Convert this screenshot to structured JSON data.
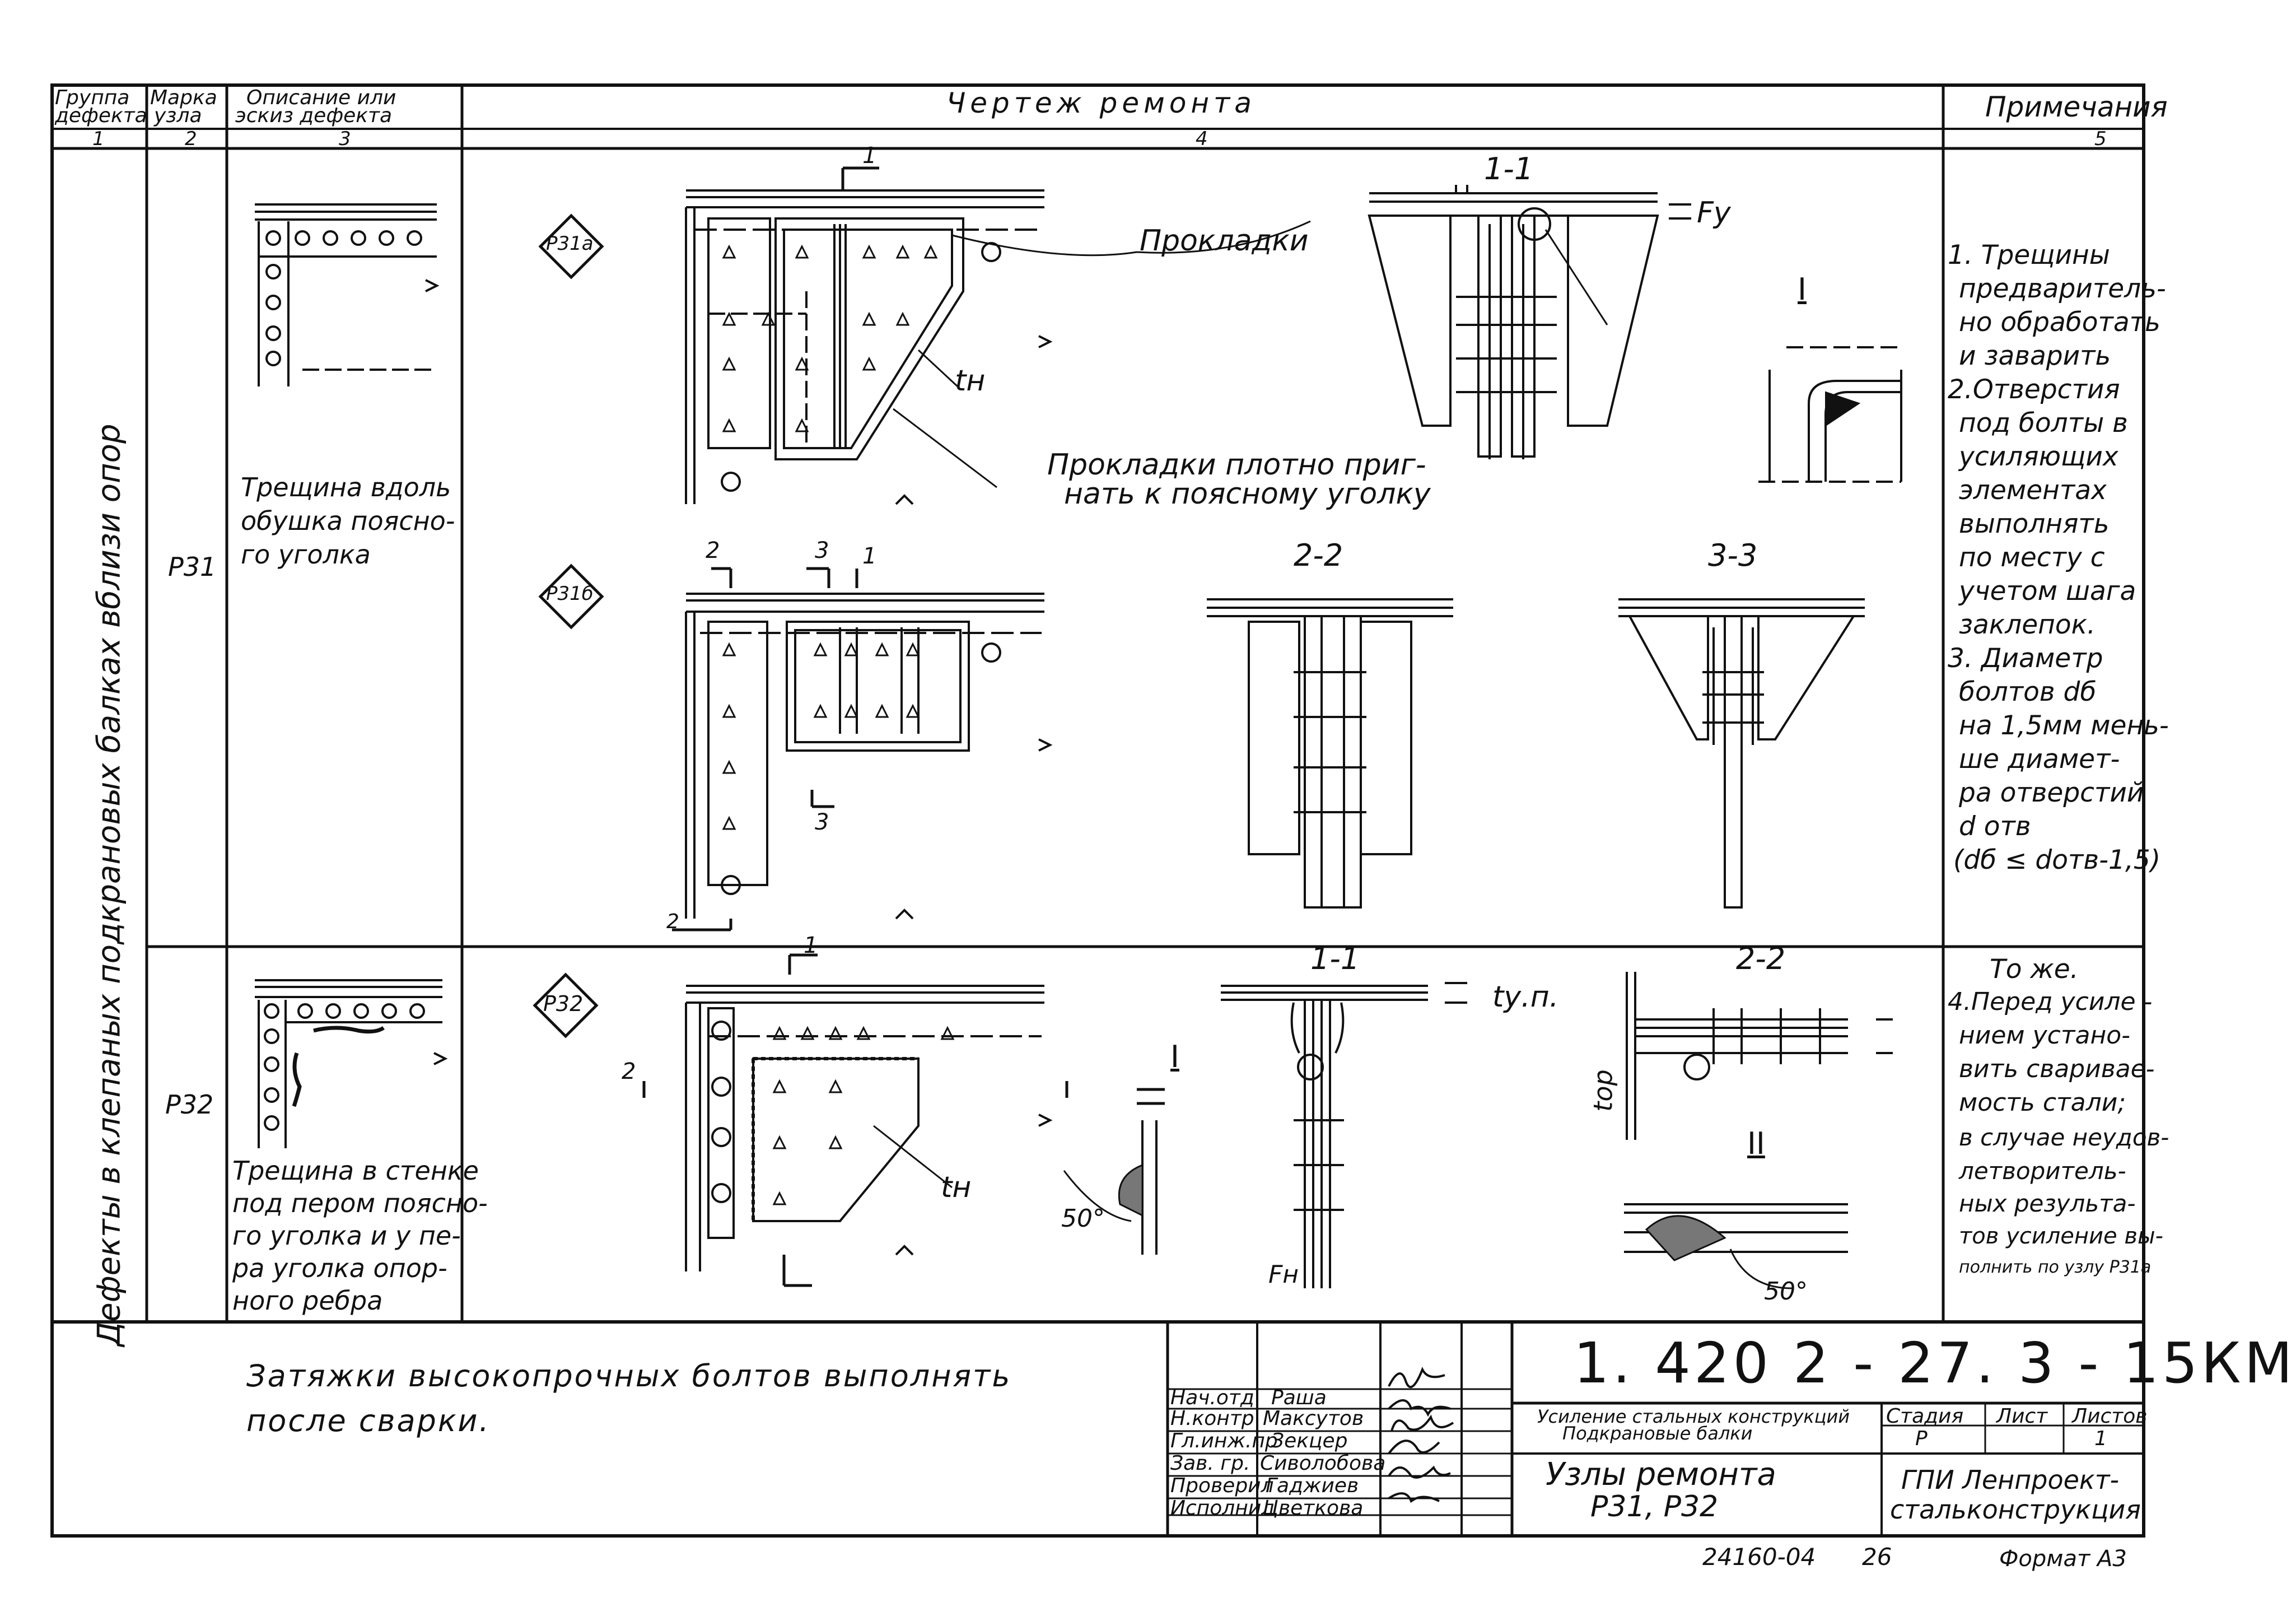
{
  "header": {
    "col1_title_line1": "Группа",
    "col1_title_line2": "дефекта",
    "col2_title_line1": "Марка",
    "col2_title_line2": "узла",
    "col3_title_line1": "Описание или",
    "col3_title_line2": "эскиз дефекта",
    "col4_title": "Чертеж ремонта",
    "col5_title": "Примечания",
    "col_numbers": [
      "1",
      "2",
      "3",
      "4",
      "5"
    ]
  },
  "defect_group": "Дефекты в клепаных подкрановых балках вблизи опор",
  "rows": [
    {
      "mark": "Р31",
      "description": [
        "Трещина вдоль",
        "обушка поясно-",
        "го уголка"
      ]
    },
    {
      "mark": "Р32",
      "description": [
        "Трещина в стенке",
        "под пером поясно-",
        "го уголка и у пе-",
        "ра уголка опор-",
        "ного ребра"
      ]
    }
  ],
  "drawing": {
    "node_tags": [
      "Р31а",
      "Р31б",
      "Р32"
    ],
    "labels": {
      "prokladki": "Прокладки",
      "prokladki_fit_1": "Прокладки плотно приг-",
      "prokladki_fit_2": "нать к поясному уголку",
      "tn": "tн",
      "fy": "Fу",
      "fn": "Fн",
      "tyn": "tу.п.",
      "top": "tор",
      "angle": "50°"
    },
    "sections": [
      "1-1",
      "2-2",
      "3-3",
      "I",
      "1-1",
      "2-2",
      "I",
      "II"
    ],
    "cut_marks": [
      "1",
      "2",
      "3",
      "1",
      "3",
      "2",
      "2",
      "1"
    ]
  },
  "notes": {
    "row1": [
      "1. Трещины",
      "предваритель-",
      "но обработать",
      "и заварить",
      "2.Отверстия",
      "под болты в",
      "усиляющих",
      "элементах",
      "выполнять",
      "по месту с",
      "учетом шага",
      "заклепок.",
      "3. Диаметр",
      "болтов dб",
      "на 1,5мм мень-",
      "ше диамет-",
      "ра отверстий",
      "d отв",
      "(dб ≤ dотв-1,5)"
    ],
    "row2": [
      "То же.",
      "4.Перед усиле -",
      "нием устано-",
      "вить сваривае-",
      "мость стали;",
      "в случае неудов-",
      "летворитель-",
      "ных результа-",
      "тов усиление вы-",
      "полнить по узлу Р31а"
    ]
  },
  "footer_note": [
    "Затяжки высокопрочных болтов выполнять",
    "после сварки."
  ],
  "title_block": {
    "designation": "1. 420 2 - 27. 3 - 15КМ",
    "signatures": [
      {
        "role": "Нач.отд",
        "name": "Раша"
      },
      {
        "role": "Н.контр",
        "name": "Максутов"
      },
      {
        "role": "Гл.инж.пр",
        "name": "Зекцер"
      },
      {
        "role": "Зав. гр.",
        "name": "Сиволобова"
      },
      {
        "role": "Проверил",
        "name": "Гаджиев"
      },
      {
        "role": "Исполнил",
        "name": "Цветкова"
      }
    ],
    "project_line1": "Усиление стальных конструкций",
    "project_line2": "Подкрановые балки",
    "stage_label": "Стадия",
    "sheet_label": "Лист",
    "sheets_label": "Листов",
    "stage_value": "Р",
    "sheets_value": "1",
    "sheet_title_line1": "Узлы ремонта",
    "sheet_title_line2": "Р31, Р32",
    "org_line1": "ГПИ Ленпроект-",
    "org_line2": "стальконструкция",
    "archive_number": "24160-04",
    "page_number": "26",
    "format": "Формат А3"
  }
}
